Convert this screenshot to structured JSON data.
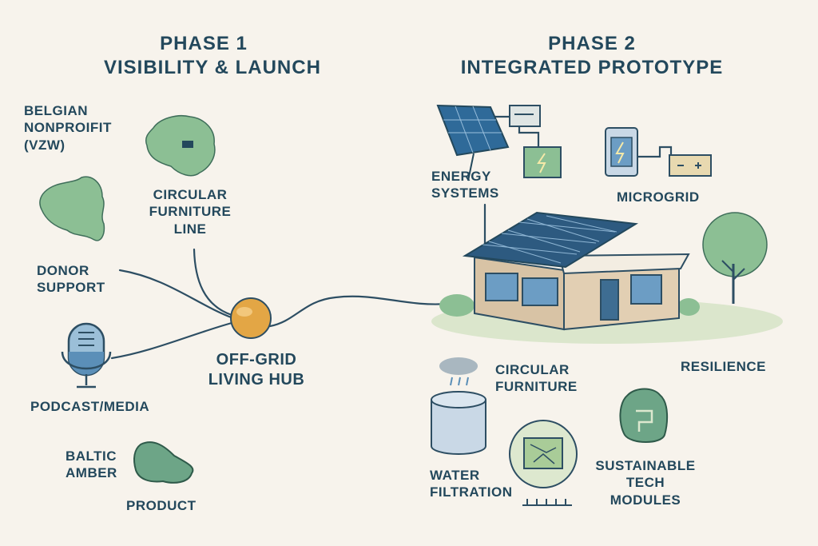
{
  "phase1": {
    "title_line1": "PHASE 1",
    "title_line2": "VISIBILITY & LAUNCH",
    "items": {
      "belgian": [
        "BELGIAN",
        "NONPROIFIT",
        "(VZW)"
      ],
      "circular_line": [
        "CIRCULAR",
        "FURNITURE",
        "LINE"
      ],
      "donor": [
        "DONOR",
        "SUPPORT"
      ],
      "podcast": "PODCAST/MEDIA",
      "amber": [
        "BALTIC",
        "AMBER"
      ],
      "product": "PRODUCT"
    },
    "hub": [
      "OFF-GRID",
      "LIVING HUB"
    ]
  },
  "phase2": {
    "title_line1": "PHASE 2",
    "title_line2": "INTEGRATED PROTOTYPE",
    "items": {
      "energy": [
        "ENERGY",
        "SYSTEMS"
      ],
      "microgrid": "MICROGRID",
      "resilience": "RESILIENCE",
      "circular_furniture": [
        "CIRCULAR",
        "FURNITURE"
      ],
      "water": [
        "WATER",
        "FILTRATION"
      ],
      "modules": [
        "SUSTAINABLE",
        "TECH",
        "MODULES"
      ]
    }
  },
  "colors": {
    "background": "#f7f3ec",
    "text": "#23485c",
    "green": "#8cbf94",
    "blue": "#5b8fb8",
    "hub_orb": "#e0a443",
    "house_wall": "#d8c3a5"
  },
  "icons": [
    "map-icon",
    "belgium-map-icon",
    "microphone-icon",
    "amber-stone-icon",
    "solar-panel-icon",
    "battery-icon",
    "charging-station-icon",
    "house-icon",
    "tree-icon",
    "rain-cloud-icon",
    "water-tank-icon",
    "circuit-board-icon",
    "recycle-bag-icon"
  ]
}
